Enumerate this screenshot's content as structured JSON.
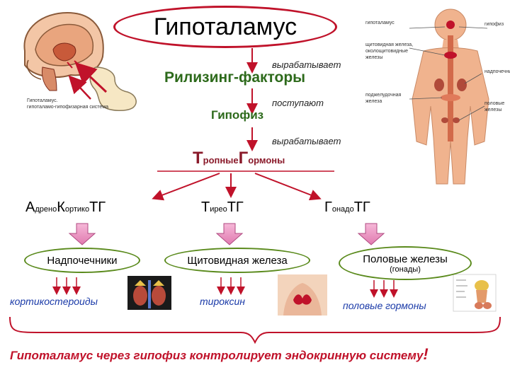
{
  "title": "Гипоталамус",
  "notes": {
    "produces_1": "вырабатывает",
    "enters": "поступают",
    "produces_2": "вырабатывает"
  },
  "releasing_factors": "Рилизинг-факторы",
  "pituitary": "Гипофиз",
  "tropic": {
    "t": "Т",
    "t_rest": "ропные",
    "g": "Г",
    "g_rest": "ормоны"
  },
  "hormones": [
    {
      "p1": "А",
      "s1": "дрено",
      "p2": "К",
      "s2": "ортико",
      "p3": "ТГ"
    },
    {
      "p1": "Т",
      "s1": "ирео",
      "p2": "ТГ"
    },
    {
      "p1": "Г",
      "s1": "онадо",
      "p2": "ТГ"
    }
  ],
  "glands": [
    {
      "name": "Надпочечники"
    },
    {
      "name": "Щитовидная железа"
    },
    {
      "name": "Половые железы",
      "sub": "(гонады)"
    }
  ],
  "products": [
    "кортикостероиды",
    "тироксин",
    "половые гормоны"
  ],
  "footer": "Гипоталамус через гипофиз контролирует эндокринную систему",
  "footer_mark": "!",
  "brain_caption": [
    "Гипоталамус.",
    "гипоталамо-гипофизарная система"
  ],
  "body_labels": {
    "left": [
      "гипоталамус",
      "щитовидная железа, околощитовидные железы",
      "поджелудочная железа"
    ],
    "right": [
      "гипофиз",
      "надпочечники",
      "половые железы"
    ]
  },
  "colors": {
    "oval": "#c0122a",
    "accent_green": "#2d6a1b",
    "arrow": "#c0122a",
    "gland_border": "#5a8a1c"
  }
}
